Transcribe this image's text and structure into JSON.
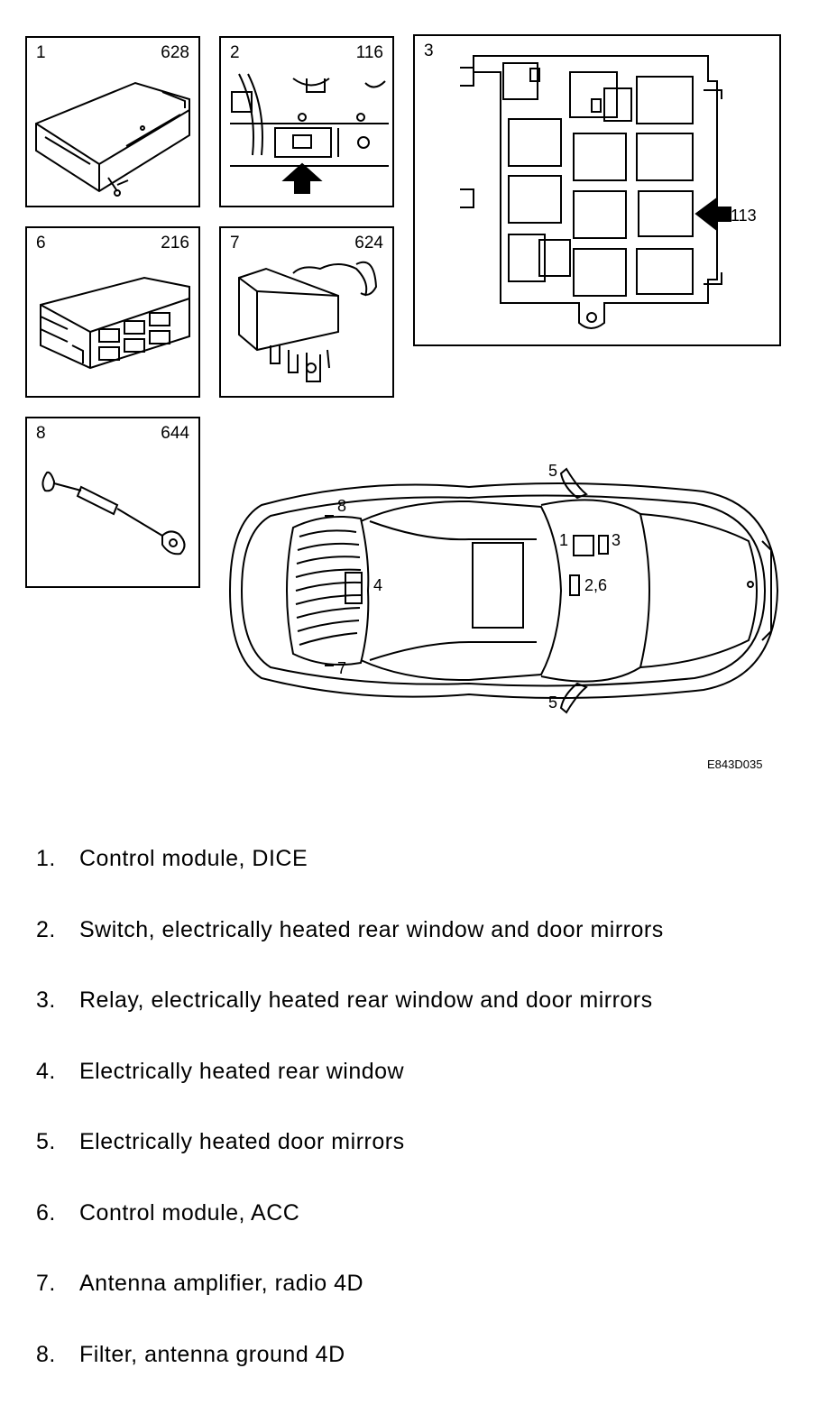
{
  "panels": [
    {
      "number": "1",
      "code": "628"
    },
    {
      "number": "2",
      "code": "116"
    },
    {
      "number": "3",
      "callout": "113"
    },
    {
      "number": "6",
      "code": "216"
    },
    {
      "number": "7",
      "code": "624"
    },
    {
      "number": "8",
      "code": "644"
    }
  ],
  "car_labels": {
    "mirror_top": "5",
    "mirror_bottom": "5",
    "item_8": "8",
    "item_7": "7",
    "item_4": "4",
    "item_1": "1",
    "item_3": "3",
    "item_2_6": "2,6"
  },
  "figure_ref": "E843D035",
  "legend": [
    {
      "num": "1.",
      "text": "Control module, DICE"
    },
    {
      "num": "2.",
      "text": "Switch, electrically heated rear window and door mirrors"
    },
    {
      "num": "3.",
      "text": "Relay, electrically heated rear window and door mirrors"
    },
    {
      "num": "4.",
      "text": "Electrically heated rear window"
    },
    {
      "num": "5.",
      "text": "Electrically heated door mirrors"
    },
    {
      "num": "6.",
      "text": "Control module, ACC"
    },
    {
      "num": "7.",
      "text": "Antenna amplifier, radio 4D"
    },
    {
      "num": "8.",
      "text": "Filter, antenna ground 4D"
    }
  ]
}
